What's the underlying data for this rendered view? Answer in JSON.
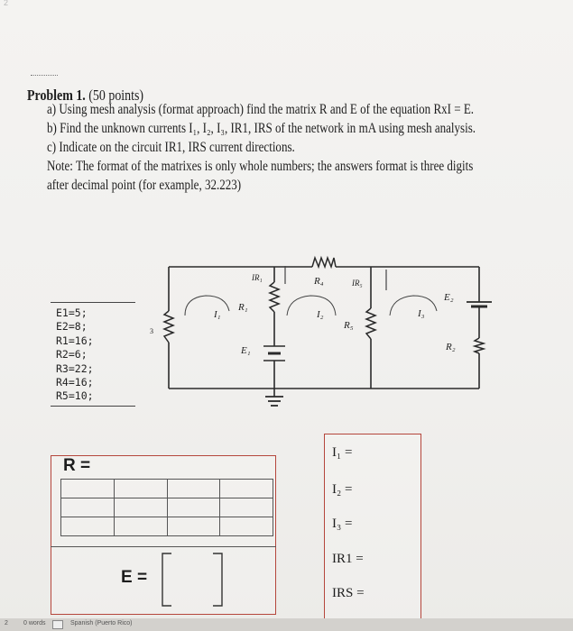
{
  "page_corner_number": "2",
  "problem": {
    "title": "Problem 1.",
    "points": "(50 points)",
    "line_a": "a)  Using mesh analysis (format approach) find the matrix R and E of the equation RxI = E.",
    "line_b": "b)  Find the unknown currents I₁, I₂, I₃, IR1, IRS of the network in mA using mesh analysis.",
    "line_c": "c)  Indicate on the circuit IR1, IRS current directions.",
    "note": "Note:  The format of the matrixes is only whole numbers; the answers format is three digits",
    "note2": "after decimal point (for example, 32.223)"
  },
  "circuit_labels": {
    "R1": "R₁",
    "R2": "R₂",
    "R4": "R₄",
    "R5": "R₅",
    "E1": "E₁",
    "E2": "E₂",
    "I1": "I₁",
    "I2": "I₂",
    "I3": "I₃",
    "IR1": "IR₁",
    "IR5": "IR₅",
    "small_3": "3"
  },
  "values": [
    "E1=5;",
    "E2=8;",
    "R1=16;",
    "R2=6;",
    "R3=22;",
    "R4=16;",
    "R5=10;"
  ],
  "matrix_section": {
    "r_label": "R =",
    "e_label": "E ="
  },
  "answers": {
    "i1": "I₁ =",
    "i2": "I₂ =",
    "i3": "I₃ =",
    "ir1": "IR1 =",
    "irs": "IRS ="
  },
  "statusbar": {
    "page": "2",
    "words": "0 words",
    "language": "Spanish (Puerto Rico)"
  }
}
